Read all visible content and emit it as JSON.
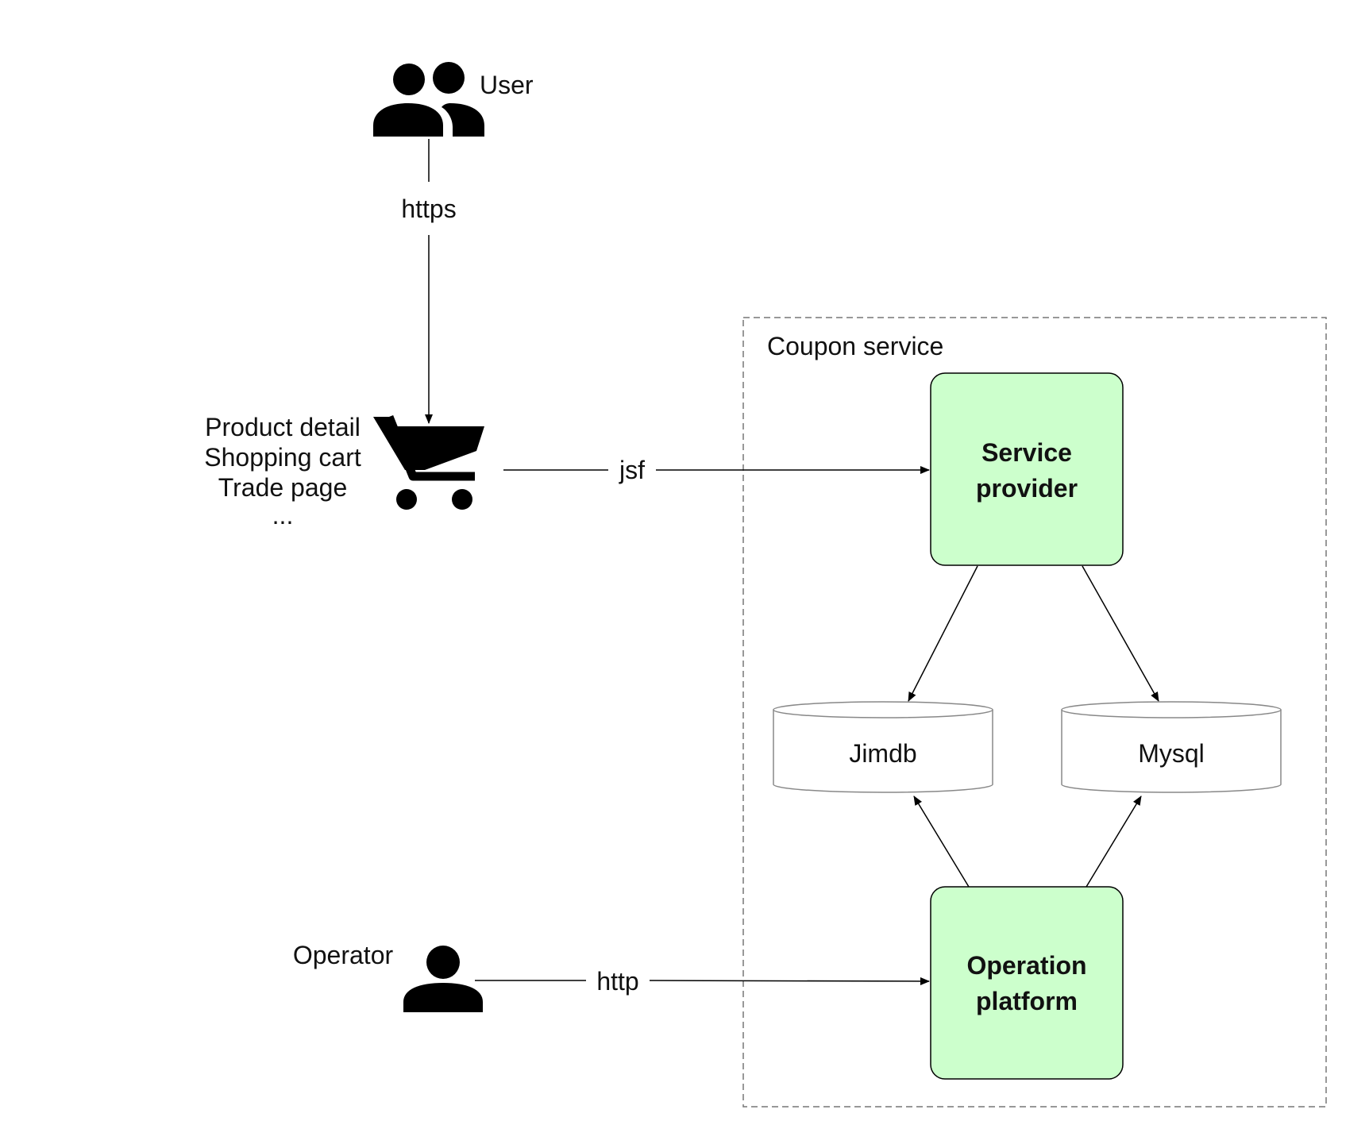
{
  "user": {
    "label": "User"
  },
  "connections": {
    "user_to_pages": "https",
    "pages_to_service": "jsf",
    "operator_to_platform": "http"
  },
  "pages": {
    "lines": [
      "Product detail",
      "Shopping cart",
      "Trade page",
      "..."
    ]
  },
  "operator": {
    "label": "Operator"
  },
  "coupon_service": {
    "label": "Coupon service",
    "service_provider": {
      "lines": [
        "Service",
        "provider"
      ]
    },
    "operation_platform": {
      "lines": [
        "Operation",
        "platform"
      ]
    },
    "jimdb": {
      "label": "Jimdb"
    },
    "mysql": {
      "label": "Mysql"
    }
  },
  "colors": {
    "component_fill": "#ccffcc",
    "stroke": "#000000",
    "db_stroke": "#888888",
    "container_stroke": "#777777"
  }
}
